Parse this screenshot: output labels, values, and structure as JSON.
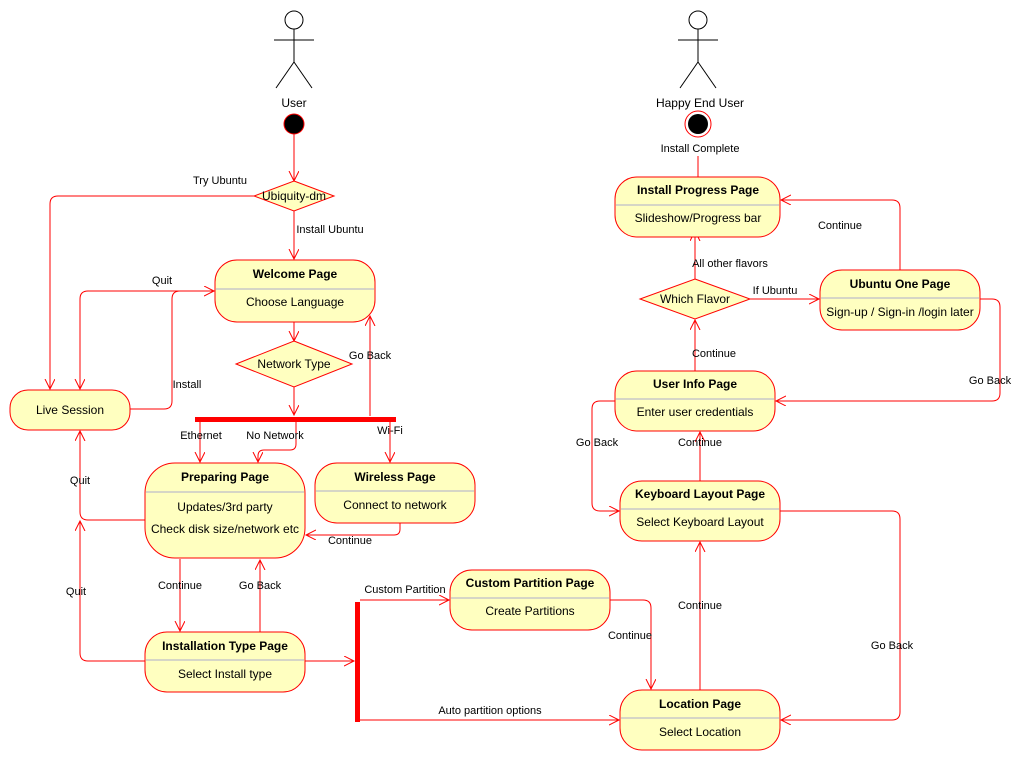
{
  "actors": {
    "user": "User",
    "happy_end_user": "Happy End User"
  },
  "nodes": {
    "welcome": {
      "title": "Welcome Page",
      "body": "Choose Language"
    },
    "live_session": {
      "title": "Live Session"
    },
    "preparing": {
      "title": "Preparing Page",
      "body1": "Updates/3rd party",
      "body2": "Check disk size/network etc"
    },
    "wireless": {
      "title": "Wireless Page",
      "body": "Connect to network"
    },
    "install_type": {
      "title": "Installation Type Page",
      "body": "Select Install type"
    },
    "custom_partition": {
      "title": "Custom Partition Page",
      "body": "Create Partitions"
    },
    "location": {
      "title": "Location Page",
      "body": "Select Location"
    },
    "keyboard": {
      "title": "Keyboard Layout Page",
      "body": "Select Keyboard Layout"
    },
    "user_info": {
      "title": "User Info Page",
      "body": "Enter user credentials"
    },
    "install_progress": {
      "title": "Install Progress Page",
      "body": "Slideshow/Progress bar"
    },
    "ubuntu_one": {
      "title": "Ubuntu One Page",
      "body": "Sign-up / Sign-in /login later"
    }
  },
  "decisions": {
    "ubiquity": "Ubiquity-dm",
    "network_type": "Network Type",
    "which_flavor": "Which Flavor"
  },
  "edges": {
    "install_ubuntu": "Install Ubuntu",
    "try_ubuntu": "Try Ubuntu",
    "quit_welcome": "Quit",
    "install": "Install",
    "go_back_network": "Go Back",
    "ethernet": "Ethernet",
    "no_network": "No Network",
    "wifi": "Wi-Fi",
    "continue_wireless": "Continue",
    "quit_preparing": "Quit",
    "continue_preparing": "Continue",
    "go_back_install_type": "Go Back",
    "quit_install_type": "Quit",
    "custom_partition": "Custom Partition",
    "continue_custom": "Continue",
    "auto_partition": "Auto partition options",
    "continue_location": "Continue",
    "go_back_keyboard": "Go Back",
    "continue_keyboard": "Continue",
    "go_back_user_info": "Go Back",
    "continue_user_info": "Continue",
    "all_other_flavors": "All other flavors",
    "if_ubuntu": "If Ubuntu",
    "continue_ubuntu_one": "Continue",
    "go_back_ubuntu_one": "Go Back",
    "install_complete": "Install Complete"
  },
  "colors": {
    "line": "#ff0000",
    "fill": "#ffffc0"
  }
}
